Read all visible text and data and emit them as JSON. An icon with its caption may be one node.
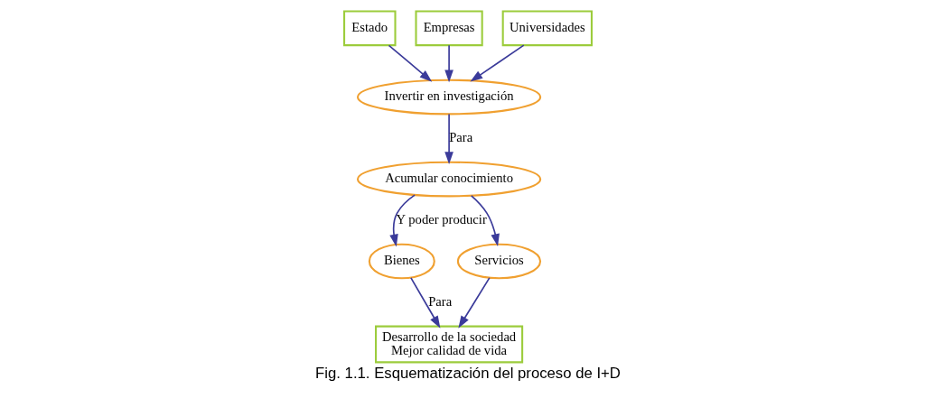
{
  "diagram": {
    "caption": "Fig. 1.1. Esquematización del proceso de I+D",
    "nodes": [
      {
        "text": [
          "Estado"
        ]
      },
      {
        "text": [
          "Empresas"
        ]
      },
      {
        "text": [
          "Universidades"
        ]
      },
      {
        "text": [
          "Invertir en investigación"
        ]
      },
      {
        "text": [
          "Acumular conocimiento"
        ]
      },
      {
        "text": [
          "Bienes"
        ]
      },
      {
        "text": [
          "Servicios"
        ]
      },
      {
        "text": [
          "Desarrollo de la sociedad",
          "Mejor calidad de vida"
        ]
      }
    ],
    "edges": [
      {
        "from": 0,
        "to": 3,
        "arrow": "to"
      },
      {
        "from": 1,
        "to": 3,
        "arrow": "to"
      },
      {
        "from": 2,
        "to": 3,
        "arrow": "to"
      },
      {
        "from": 3,
        "to": 4,
        "arrow": "to",
        "label": "Para"
      },
      {
        "from": 4,
        "to": 5,
        "arrow": "to",
        "label": "Y poder producir"
      },
      {
        "from": 4,
        "to": 6,
        "arrow": "to"
      },
      {
        "from": 5,
        "to": 7,
        "arrow": "to",
        "label": "Para"
      },
      {
        "from": 6,
        "to": 7,
        "arrow": "to"
      }
    ]
  }
}
